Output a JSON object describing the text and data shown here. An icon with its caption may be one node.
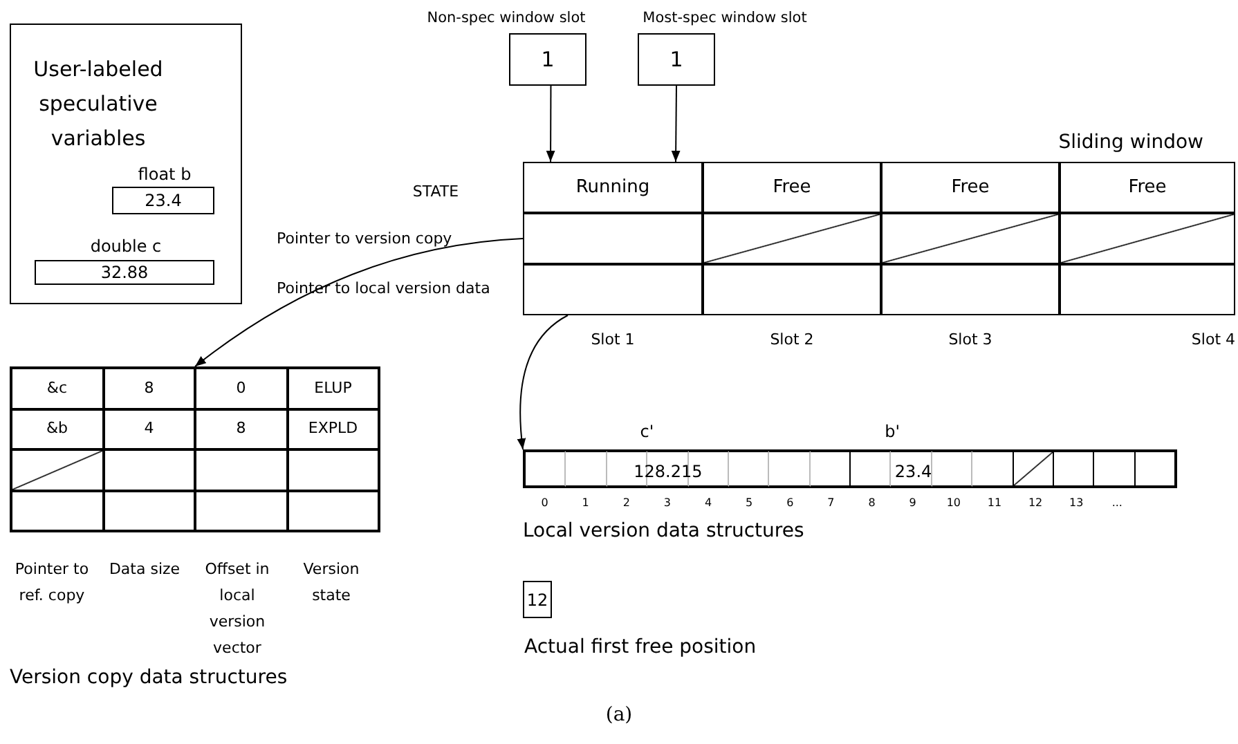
{
  "diagram": {
    "caption": "(a)",
    "nodes": [
      {
        "text": [
          "User-labeled speculative variables"
        ]
      },
      {
        "text": [
          "23.4"
        ],
        "in": 0,
        "beside": [
          "float b"
        ]
      },
      {
        "text": [
          "32.88"
        ],
        "in": 0,
        "beside": [
          "double c"
        ]
      },
      {
        "text": [
          "1"
        ],
        "beside": [
          "Non-spec window slot"
        ]
      },
      {
        "text": [
          "1"
        ],
        "beside": [
          "Most-spec window slot"
        ]
      },
      {
        "text": [
          "Running"
        ]
      },
      {
        "text": [
          "Free"
        ]
      },
      {
        "text": [
          "Free"
        ]
      },
      {
        "text": [
          "Free"
        ]
      },
      {
        "text": [],
        "shape": "box"
      },
      {
        "text": [],
        "shape": "box"
      },
      {
        "text": [],
        "shape": "box"
      },
      {
        "text": [
          "128.215",
          "23.4"
        ],
        "beside": [
          "c'",
          "b'",
          "0",
          "1",
          "2",
          "3",
          "4",
          "5",
          "6",
          "7",
          "8",
          "9",
          "10",
          "11",
          "12",
          "13",
          "..."
        ]
      },
      {
        "text": [
          "12"
        ],
        "beside": [
          "Actual first free position"
        ]
      }
    ],
    "edges": [
      {
        "from": 3,
        "to": 5,
        "arrow": "to"
      },
      {
        "from": 4,
        "to": 5,
        "arrow": "to"
      },
      {
        "from": 9,
        "to": 11,
        "arrow": "to"
      },
      {
        "from": 10,
        "to": 12,
        "arrow": "to"
      }
    ],
    "labels": [
      "Sliding window",
      "STATE",
      "Pointer to version copy",
      "Pointer to local version data",
      "Slot 1",
      "Slot 2",
      "Slot 3",
      "Slot 4",
      "&c",
      "8",
      "0",
      "ELUP",
      "&b",
      "4",
      "8",
      "EXPLD",
      "Local version data structures",
      "Pointer to ref. copy",
      "Data size",
      "Offset in local version vector",
      "Version state",
      "Version copy data structures"
    ]
  }
}
